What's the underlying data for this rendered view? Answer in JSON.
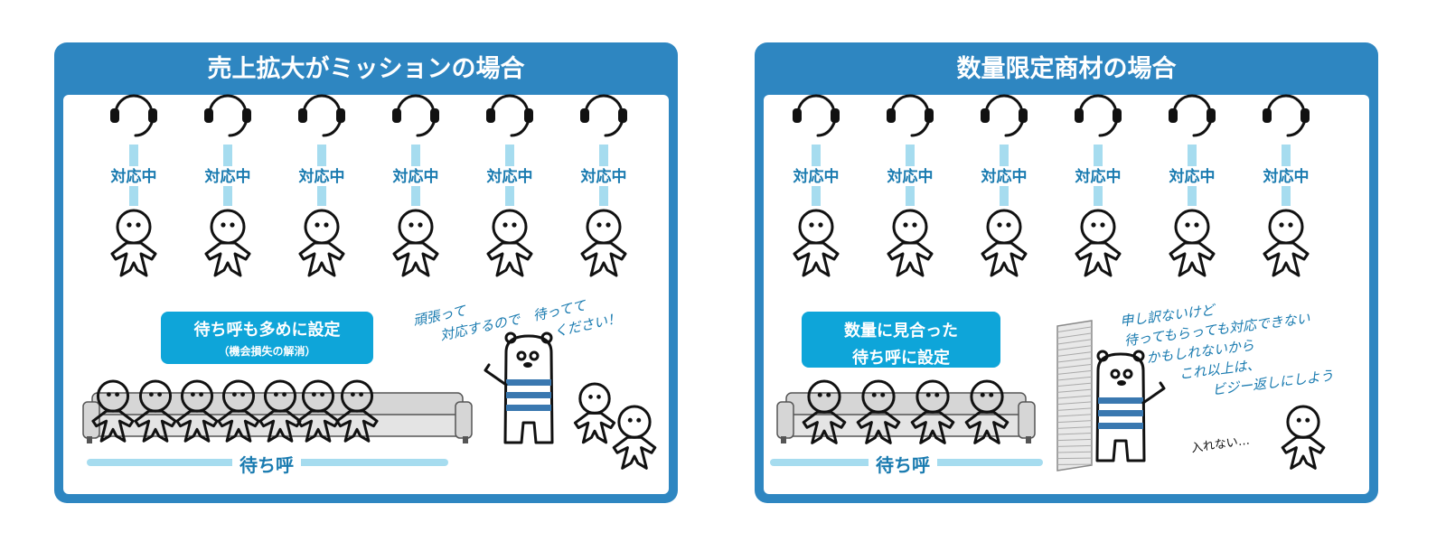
{
  "left_panel": {
    "title": "売上拡大がミッションの場合",
    "agent_status": [
      "対応中",
      "対応中",
      "対応中",
      "対応中",
      "対応中",
      "対応中"
    ],
    "callout": {
      "line1": "待ち呼も多めに設定",
      "line2": "（機会損失の解消）"
    },
    "queue_label": "待ち呼",
    "speech": [
      "頑張って",
      "対応するので　待ってて",
      "ください！"
    ]
  },
  "right_panel": {
    "title": "数量限定商材の場合",
    "agent_status": [
      "対応中",
      "対応中",
      "対応中",
      "対応中",
      "対応中",
      "対応中"
    ],
    "callout": {
      "line1": "数量に見合った",
      "line2": "待ち呼に設定"
    },
    "queue_label": "待ち呼",
    "speech": [
      "申し訳ないけど",
      "待ってもらっても対応できない",
      "かもしれないから",
      "これ以上は、",
      "ビジー返しにしよう"
    ],
    "outside_text": "入れない…"
  },
  "colors": {
    "panel": "#2e86c1",
    "callout": "#0ea5d9",
    "text_blue": "#1a7bb0",
    "connector": "#a6dcef",
    "sofa": "#d6d6d6",
    "stripe": "#3a78b0"
  }
}
